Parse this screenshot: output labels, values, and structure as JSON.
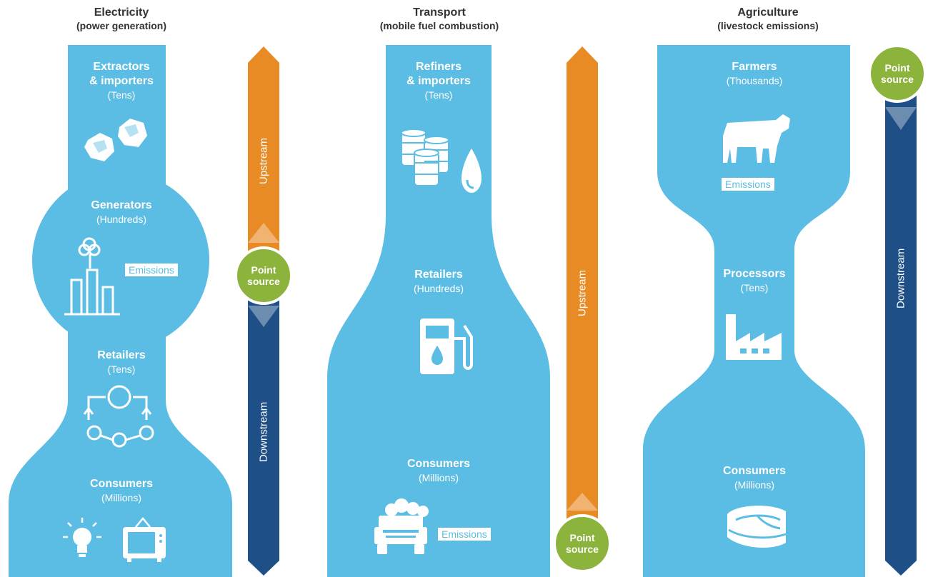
{
  "columns": [
    {
      "title": "Electricity",
      "subtitle": "(power generation)",
      "stages": [
        {
          "name_line1": "Extractors",
          "name_line2": "& importers",
          "count": "(Tens)"
        },
        {
          "name": "Generators",
          "count": "(Hundreds)"
        },
        {
          "name": "Retailers",
          "count": "(Tens)"
        },
        {
          "name": "Consumers",
          "count": "(Millions)"
        }
      ],
      "emissions_label": "Emissions",
      "upstream_label": "Upstream",
      "downstream_label": "Downstream",
      "point_source_line1": "Point",
      "point_source_line2": "source"
    },
    {
      "title": "Transport",
      "subtitle": "(mobile fuel combustion)",
      "stages": [
        {
          "name_line1": "Refiners",
          "name_line2": "& importers",
          "count": "(Tens)"
        },
        {
          "name": "Retailers",
          "count": "(Hundreds)"
        },
        {
          "name": "Consumers",
          "count": "(Millions)"
        }
      ],
      "emissions_label": "Emissions",
      "upstream_label": "Upstream",
      "point_source_line1": "Point",
      "point_source_line2": "source"
    },
    {
      "title": "Agriculture",
      "subtitle": "(livestock emissions)",
      "stages": [
        {
          "name": "Farmers",
          "count": "(Thousands)"
        },
        {
          "name": "Processors",
          "count": "(Tens)"
        },
        {
          "name": "Consumers",
          "count": "(Millions)"
        }
      ],
      "emissions_label": "Emissions",
      "downstream_label": "Downstream",
      "point_source_line1": "Point",
      "point_source_line2": "source"
    }
  ],
  "icons": [
    "coal-icon",
    "power-plant-icon",
    "network-icon",
    "lightbulb-icon",
    "tv-icon",
    "oil-barrels-icon",
    "fuel-drop-icon",
    "fuel-pump-icon",
    "car-icon",
    "cow-icon",
    "factory-icon",
    "meat-icon"
  ],
  "colors": {
    "shape": "#5bbde4",
    "upstream": "#e88b25",
    "downstream": "#1e4f86",
    "point_source": "#8cb33b",
    "text_dark": "#333333"
  }
}
